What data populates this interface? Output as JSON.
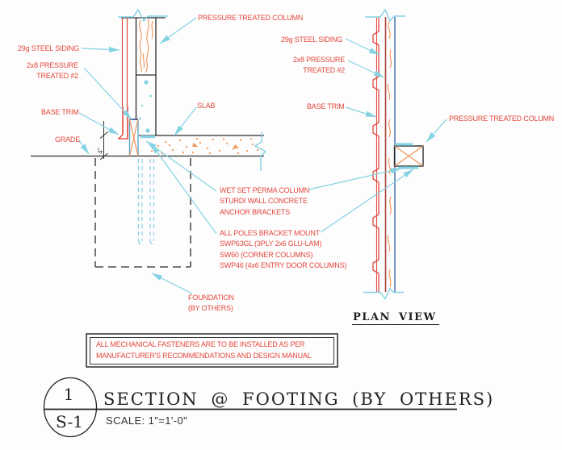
{
  "colors": {
    "label_red": "#e2483d",
    "leader_cyan": "#85d2e3",
    "wood_orange": "#ef9455",
    "girt_blue": "#3f6bb0",
    "trim_maroon": "#a84036",
    "line_black": "#2b2b2b"
  },
  "section": {
    "labels": {
      "pressure_treated_column": "PRESSURE TREATED COLUMN",
      "steel_siding": "29g STEEL SIDING",
      "pressure_treated_2x8": "2x8 PRESSURE\nTREATED #2",
      "base_trim": "BASE TRIM",
      "grade": "GRADE",
      "slab": "SLAB",
      "dimension": "4\"",
      "wet_set_note": "WET SET PERMA COLUMN\nSTURDI WALL CONCRETE\nANCHOR BRACKETS",
      "poles_note": "ALL POLES BRACKET MOUNT\nSWP63GL (3PLY 2x6 GLU-LAM)\nSW60 (CORNER COLUMNS)\nSWP46 (4x6 ENTRY DOOR COLUMNS)",
      "foundation_note": "FOUNDATION\n(BY OTHERS)"
    }
  },
  "plan": {
    "labels": {
      "steel_siding": "29g STEEL SIDING",
      "pressure_treated_2x8": "2x8 PRESSURE\nTREATED #2",
      "base_trim": "BASE TRIM",
      "pressure_treated_column": "PRESSURE TREATED COLUMN"
    },
    "title": "PLAN VIEW"
  },
  "general_note": "ALL MECHANICAL FASTENERS ARE TO BE INSTALLED AS PER\nMANUFACTURER'S RECOMMENDATIONS AND DESIGN MANUAL",
  "title_block": {
    "detail_number": "1",
    "sheet_number": "S-1",
    "title": "SECTION @ FOOTING (BY OTHERS)",
    "scale": "SCALE: 1\"=1'-0\""
  }
}
